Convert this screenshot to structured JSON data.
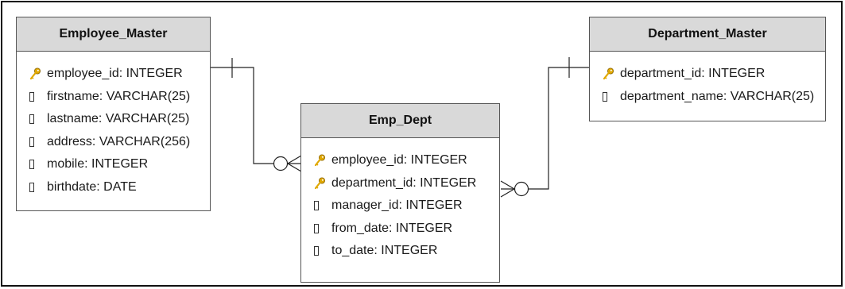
{
  "entities": {
    "employee_master": {
      "title": "Employee_Master",
      "attributes": [
        {
          "text": "employee_id: INTEGER",
          "key": true
        },
        {
          "text": "firstname: VARCHAR(25)",
          "key": false
        },
        {
          "text": "lastname: VARCHAR(25)",
          "key": false
        },
        {
          "text": "address: VARCHAR(256)",
          "key": false
        },
        {
          "text": "mobile: INTEGER",
          "key": false
        },
        {
          "text": "birthdate: DATE",
          "key": false
        }
      ]
    },
    "emp_dept": {
      "title": "Emp_Dept",
      "attributes": [
        {
          "text": "employee_id: INTEGER",
          "key": true
        },
        {
          "text": "department_id: INTEGER",
          "key": true
        },
        {
          "text": "manager_id: INTEGER",
          "key": false
        },
        {
          "text": "from_date: INTEGER",
          "key": false
        },
        {
          "text": "to_date: INTEGER",
          "key": false
        }
      ]
    },
    "department_master": {
      "title": "Department_Master",
      "attributes": [
        {
          "text": "department_id: INTEGER",
          "key": true
        },
        {
          "text": "department_name: VARCHAR(25)",
          "key": false
        }
      ]
    }
  },
  "colors": {
    "header_fill": "#d9d9d9",
    "key_icon": "#e0a800",
    "line": "#222222"
  },
  "relationships": [
    {
      "from": "Employee_Master",
      "to": "Emp_Dept",
      "from_cardinality": "one",
      "to_cardinality": "zero-or-many"
    },
    {
      "from": "Department_Master",
      "to": "Emp_Dept",
      "from_cardinality": "one",
      "to_cardinality": "zero-or-many"
    }
  ]
}
